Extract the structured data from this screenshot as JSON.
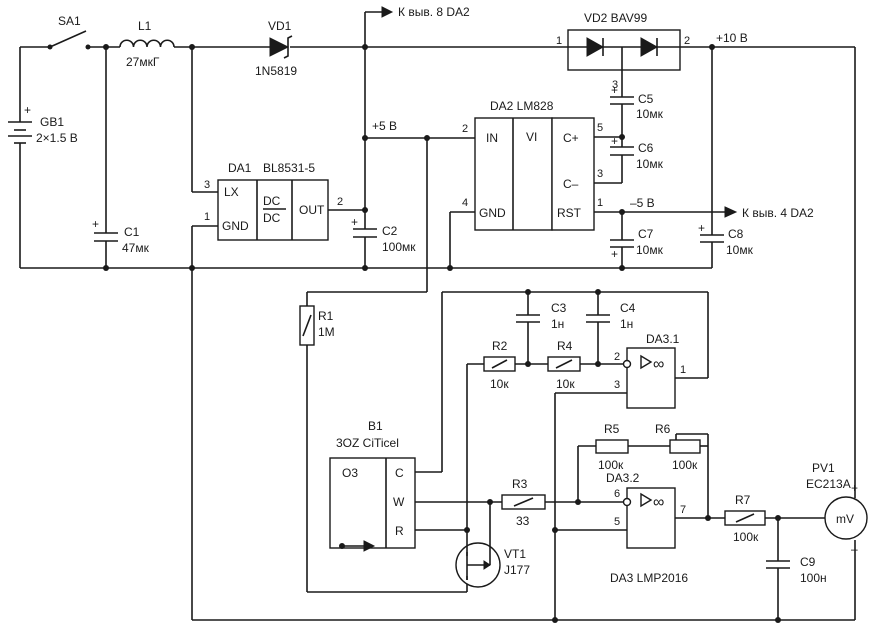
{
  "components": {
    "sa1": "SA1",
    "l1": "L1",
    "l1_val": "27мкГ",
    "vd1": "VD1",
    "vd1_type": "1N5819",
    "out_top": "К выв. 8 DA2",
    "vd2": "VD2  BAV99",
    "plus10": "+10 В",
    "gb1": "GB1",
    "gb1_val": "2×1.5 В",
    "c1": "C1",
    "c1_val": "47мк",
    "da1": "DA1",
    "da1_type": "BL8531-5",
    "lx": "LX",
    "gnd": "GND",
    "dc": "DC",
    "out": "OUT",
    "c2": "C2",
    "c2_val": "100мк",
    "plus5": "+5 В",
    "da2": "DA2  LM828",
    "in": "IN",
    "vi": "VI",
    "cplus": "C+",
    "cminus": "C–",
    "rst": "RST",
    "c5": "C5",
    "c5_val": "10мк",
    "c6": "C6",
    "c6_val": "10мк",
    "c7": "C7",
    "c7_val": "10мк",
    "c8": "C8",
    "c8_val": "10мк",
    "minus5": "–5 В",
    "out_right": "К выв. 4 DA2",
    "r1": "R1",
    "r1_val": "1M",
    "c3": "C3",
    "c3_val": "1н",
    "c4": "C4",
    "c4_val": "1н",
    "r2": "R2",
    "r2_val": "10к",
    "r4": "R4",
    "r4_val": "10к",
    "da31": "DA3.1",
    "b1": "B1",
    "b1_type": "3OZ CiTicel",
    "o3": "O3",
    "pc": "C",
    "pw": "W",
    "pr": "R",
    "r3": "R3",
    "r3_val": "33",
    "r5": "R5",
    "r5_val": "100к",
    "r6": "R6",
    "r6_val": "100к",
    "da32": "DA3.2",
    "r7": "R7",
    "r7_val": "100к",
    "pv1": "PV1",
    "pv1_type": "EC213A",
    "mv": "mV",
    "vt1": "VT1",
    "vt1_type": "J177",
    "c9": "C9",
    "c9_val": "100н",
    "da3": "DA3  LMP2016",
    "inf": "∞",
    "plus": "+",
    "minus": "–"
  },
  "pins": [
    "1",
    "2",
    "3",
    "4",
    "5"
  ]
}
